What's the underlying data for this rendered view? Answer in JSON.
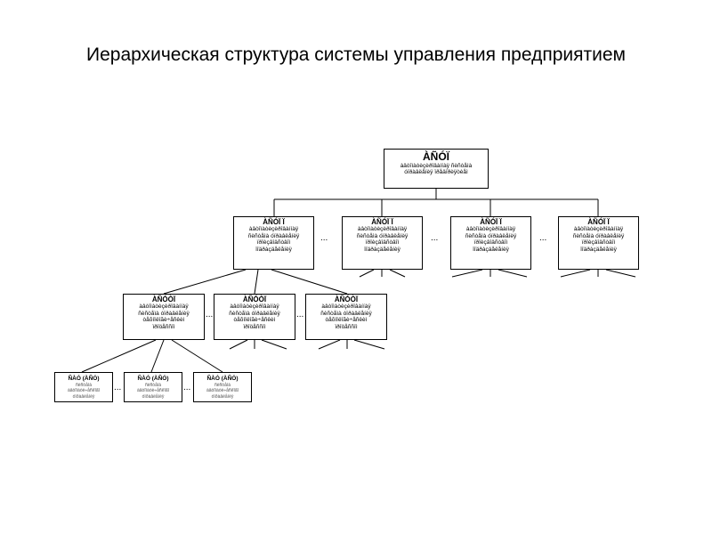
{
  "title": "Иерархическая структура системы управления предприятием",
  "top": {
    "heading": "ÀÑÓÏ",
    "lines": [
      "àâòîìàòèçèðîâàííàÿ ñèñòåìà",
      "óïðàâëåíèÿ ïðåäïðèÿòèåì"
    ]
  },
  "level2": {
    "heading": "ÀÑÓÏ Ï",
    "lines": [
      "àâòîìàòèçèðîâàííàÿ",
      "ñèñòåìà óïðàâëåíèÿ",
      "ïðîèçâîäñòâîì",
      "ïîäðàçäåëåíèÿ"
    ]
  },
  "level3": {
    "heading": "ÀÑÓÒÏ",
    "lines": [
      "àâòîìàòèçèðîâàííàÿ",
      "ñèñòåìà óïðàâëåíèÿ",
      "òåõíîëîãè÷åñêèì",
      "ïðîöåññîì"
    ]
  },
  "level4": {
    "heading": "ÑÀÓ (ÀÑÓ)",
    "lines": [
      "ñèñòåìà",
      "àâòîìàòè÷åñêîãî",
      "óïðàâëåíèÿ"
    ]
  },
  "ellipsis": "...",
  "colors": {
    "line": "#000000",
    "box_border": "#000000",
    "background": "#ffffff"
  }
}
